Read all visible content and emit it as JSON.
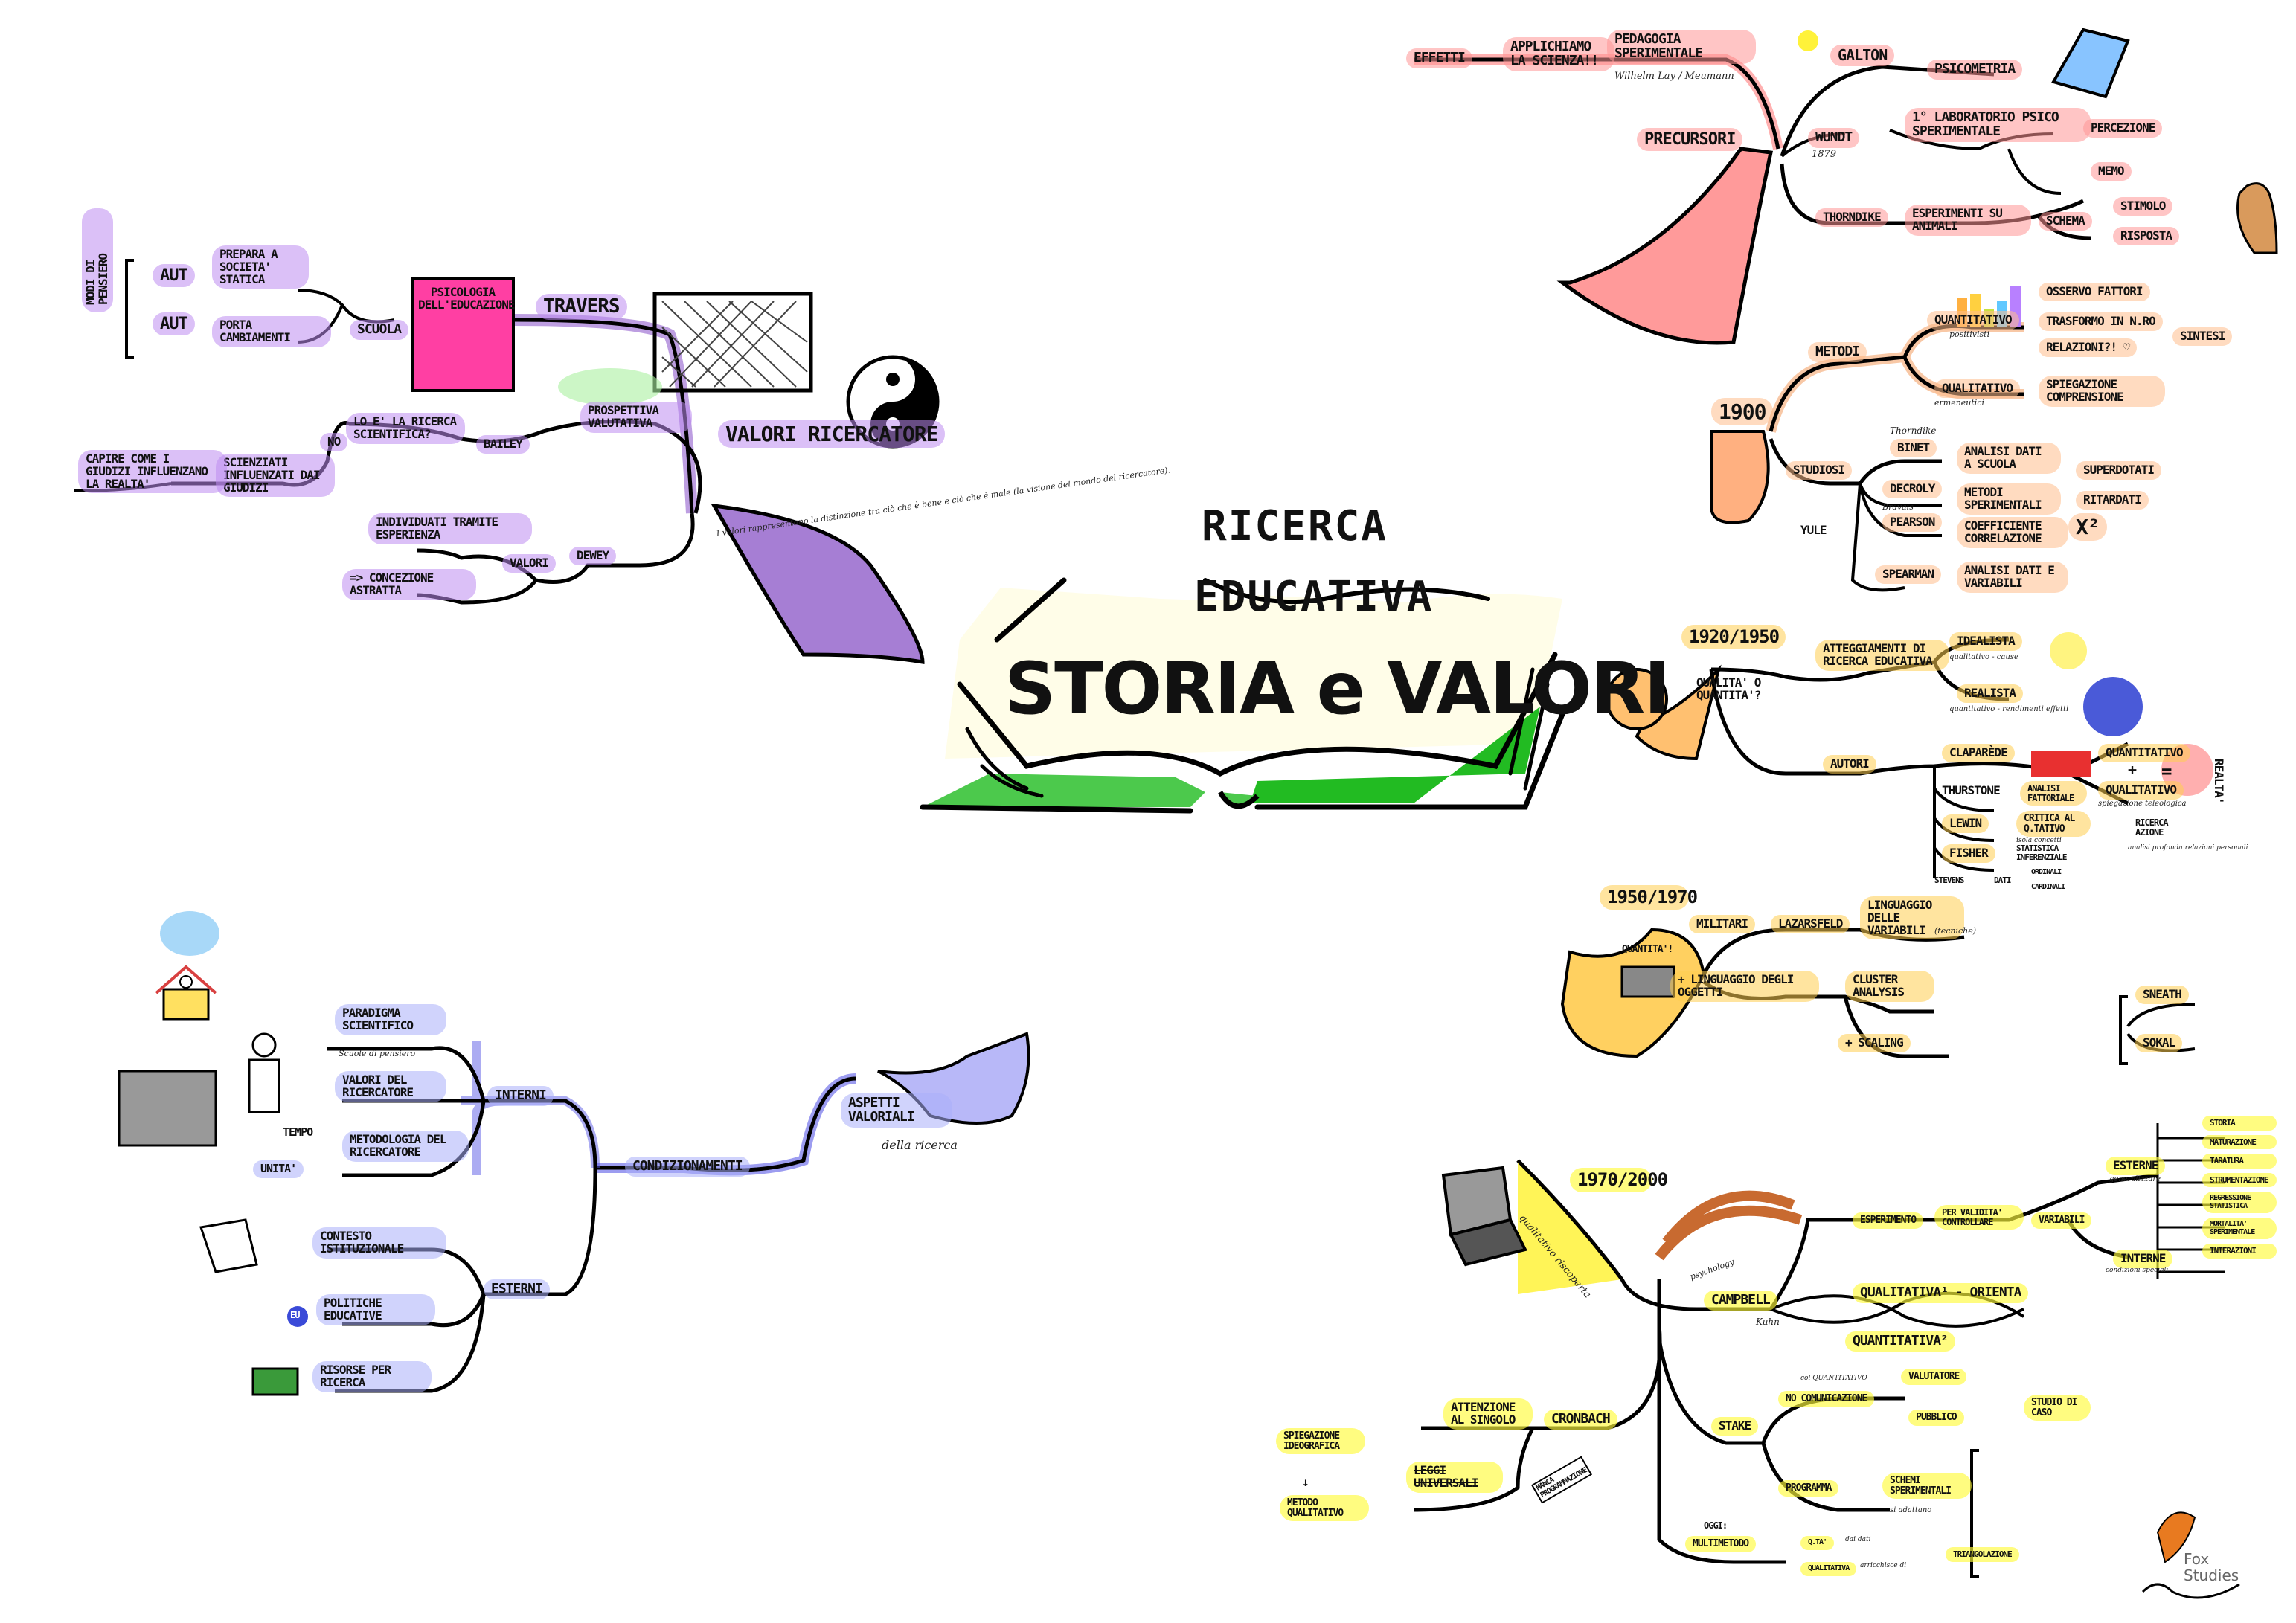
{
  "title": {
    "line1": "RICERCA",
    "line2": "EDUCATIVA",
    "main": "STORIA e VALORI"
  },
  "colors": {
    "purple": "#9b59d0",
    "red": "#f47b7b",
    "orange": "#f39a5c",
    "gold": "#f5c542",
    "yellow": "#fff23a",
    "blue": "#5a5ae6",
    "book_green": "#3cc93c"
  },
  "values_branch": {
    "root": "VALORI RICERCATORE",
    "root_note": "I valori rappresentano la distinzione tra ciò che è bene e ciò che è male (la visione del mondo del ricercatore).",
    "travers": "TRAVERS",
    "psicologia_book": "PSICOLOGIA DELL'EDUCAZIONE",
    "scuola": "SCUOLA",
    "prepara": "PREPARA a SOCIETA' STATICA",
    "porta_cambiamenti": "PORTA CAMBIAMENTI",
    "aut1": "AUT",
    "aut2": "AUT",
    "modi_pensiero": "MODI di PENSIERO",
    "prospettiva": "PROSPETTIVA VALUTATIVA",
    "bailey": "BAILEY",
    "lo_e": "LO E' LA RICERCA SCIENTIFICA?",
    "no": "NO",
    "scienziati": "SCIENZIATI INFLUENZATI dai GIUDIZI",
    "capire": "CAPIRE COME I GIUDIZI INFLUENZANO LA REALTA'",
    "dewey": "DEWEY",
    "valori": "VALORI",
    "individuati": "INDIVIDUATI tramite ESPERIENZA",
    "concezione": "=> CONCEZIONE ASTRATTA"
  },
  "precursori_branch": {
    "root": "PRECURSORI",
    "pedagogia": "PEDAGOGIA SPERIMENTALE",
    "pedagogia_note": "Wilhelm Lay / Meumann",
    "applichiamo": "APPLICHIAMO LA SCIENZA!!",
    "effetti": "EFFETTI",
    "galton": "GALTON",
    "psicometria": "PSICOMETRIA",
    "wundt": "WUNDT",
    "wundt_year": "1879",
    "laboratorio": "1° LABORATORIO PSICO SPERIMENTALE",
    "percezione": "PERCEZIONE",
    "memo": "MEMO",
    "thorndike": "THORNDIKE",
    "esperimenti": "ESPERIMENTI SU ANIMALI",
    "schema": "SCHEMA",
    "stimolo": "STIMOLO",
    "risposta": "RISPOSTA"
  },
  "era_1900": {
    "root": "1900",
    "metodi": "METODI",
    "quantitativo": "QUANTITATIVO",
    "quantitativo_note": "positivisti",
    "osservo": "OSSERVO FATTORI",
    "trasformo": "TRASFORMO in N.ro",
    "relazioni": "RELAZIONI?! ♡",
    "sintesi": "SINTESI",
    "qualitativo": "QUALITATIVO",
    "qualitativo_note": "ermeneutici",
    "spiegazione": "SPIEGAZIONE COMPRENSIONE",
    "studiosi": "STUDIOSI",
    "binet": "BINET",
    "binet_note": "Thorndike",
    "analisi_dati": "ANALISI DATI a scuola",
    "decroly": "DECROLY",
    "metodi_sper": "METODI SPERIMENTALI",
    "superdotati": "SUPERDOTATI",
    "ritardati": "RITARDATI",
    "pearson": "PEARSON",
    "pearson_note": "Bravais",
    "coefficiente": "COEFFICIENTE CORRELAZIONE",
    "chi2": "χ²",
    "yule": "YULE",
    "spearman": "SPEARMAN",
    "analisi_variabili": "ANALISI DATI e VARIABILI"
  },
  "era_1920": {
    "root": "1920/1950",
    "qualita": "QUALITA' o QUANTITA'?",
    "atteggiamenti": "ATTEGGIAMENTI di RICERCA EDUCATIVA",
    "idealista": "IDEALISTA",
    "idealista_note": "qualitativo - cause",
    "realista": "REALISTA",
    "realista_note": "quantitativo - rendimenti effetti",
    "autori": "AUTORI",
    "claparede": "CLAPARÈDE",
    "quantitativo": "QUANTITATIVO",
    "plus": "+",
    "qualitativo": "QUALITATIVO",
    "qualitativo_note": "spiegazione teleologica",
    "equals": "=",
    "realta": "REALTA'",
    "thurstone": "THURSTONE",
    "analisi_fattoriale": "ANALISI FATTORIALE",
    "lewin": "LEWIN",
    "critica": "CRITICA al Q.TATIVO",
    "critica_note": "isola concetti",
    "ricerca_azione": "RICERCA AZIONE",
    "ricerca_azione_note": "analisi profonda relazioni personali",
    "fisher": "FISHER",
    "statistica": "STATISTICA INFERENZIALE",
    "stevens": "STEVENS",
    "dati": "DATI",
    "ordinali": "ORDINALI",
    "cardinali": "CARDINALI"
  },
  "era_1950": {
    "root": "1950/1970",
    "quantita": "QUANTITA'!",
    "militari": "MILITARI",
    "lazarsfeld": "LAZARSFELD",
    "linguaggio_variabili": "LINGUAGGIO delle VARIABILI",
    "tecniche": "(tecniche)",
    "linguaggio_oggetti": "+ LINGUAGGIO degli OGGETTI",
    "cluster": "CLUSTER ANALYSIS",
    "scaling": "+ SCALING",
    "sneath": "SNEATH",
    "sokal": "SOKAL"
  },
  "era_1970": {
    "root": "1970/2000",
    "qualitativo_scoperta": "qualitativo riscoperta",
    "psychology": "psychology",
    "campbell": "CAMPBELL",
    "kuhn": "Kuhn",
    "esperimento": "ESPERIMENTO",
    "per_validita": "PER VALIDITA' CONTROLLARE",
    "variabili": "VARIABILI",
    "esterne": "ESTERNE",
    "esterne_note": "generalizzare",
    "interne": "INTERNE",
    "interne_note": "condizioni speciali",
    "threats": [
      "STORIA",
      "MATURAZIONE",
      "TARATURA",
      "STRUMENTAZIONE",
      "REGRESSIONE STATISTICA",
      "MORTALITA' SPERIMENTALE",
      "INTERAZIONI"
    ],
    "qualitativa_orienta": "QUALITATIVA¹ - ORIENTA",
    "quantitativa": "QUANTITATIVA²",
    "cronbach": "CRONBACH",
    "attenzione": "ATTENZIONE al SINGOLO",
    "leggi": "LEGGI UNIVERSALI",
    "manca_programmazione": "MANCA PROGRAMMAZIONE",
    "spiegazione": "SPIEGAZIONE IDEOGRAFICA",
    "arrow": "↓",
    "metodo_qual": "METODO QUALITATIVO",
    "stake": "STAKE",
    "comunicazione_note": "col QUANTITATIVO",
    "comunicazione": "NO COMUNICAZIONE",
    "valutatore": "VALUTATORE",
    "pubblico": "PUBBLICO",
    "studio_caso": "STUDIO di CASO",
    "programma": "PROGRAMMA",
    "schemi": "SCHEMI SPERIMENTALI",
    "schemi_note": "si adattano",
    "oggi": "OGGI:",
    "multimetodo": "MULTIMETODO",
    "qta": "Q.TA'",
    "qta_note": "dai dati",
    "qualitativa": "QUALITATIVA",
    "arricchisce": "arricchisce di",
    "triangolazione": "TRIANGOLAZIONE"
  },
  "conditioning_branch": {
    "root": "ASPETTI VALORIALI",
    "root_sub": "della ricerca",
    "condizionamenti": "CONDIZIONAMENTI",
    "interni": "INTERNI",
    "paradigma": "PARADIGMA SCIENTIFICO",
    "paradigma_note": "Scuole di pensiero",
    "valori_ric": "VALORI del RICERCATORE",
    "metodologia": "METODOLOGIA del RICERCATORE",
    "tempo": "TEMPO",
    "unita": "UNITA'",
    "esterni": "ESTERNI",
    "contesto": "CONTESTO ISTITUZIONALE",
    "politiche": "POLITICHE EDUCATIVE",
    "eu": "EU",
    "risorse": "RISORSE PER RICERCA"
  },
  "watermark": {
    "line1": "Fox",
    "line2": "Studies"
  }
}
